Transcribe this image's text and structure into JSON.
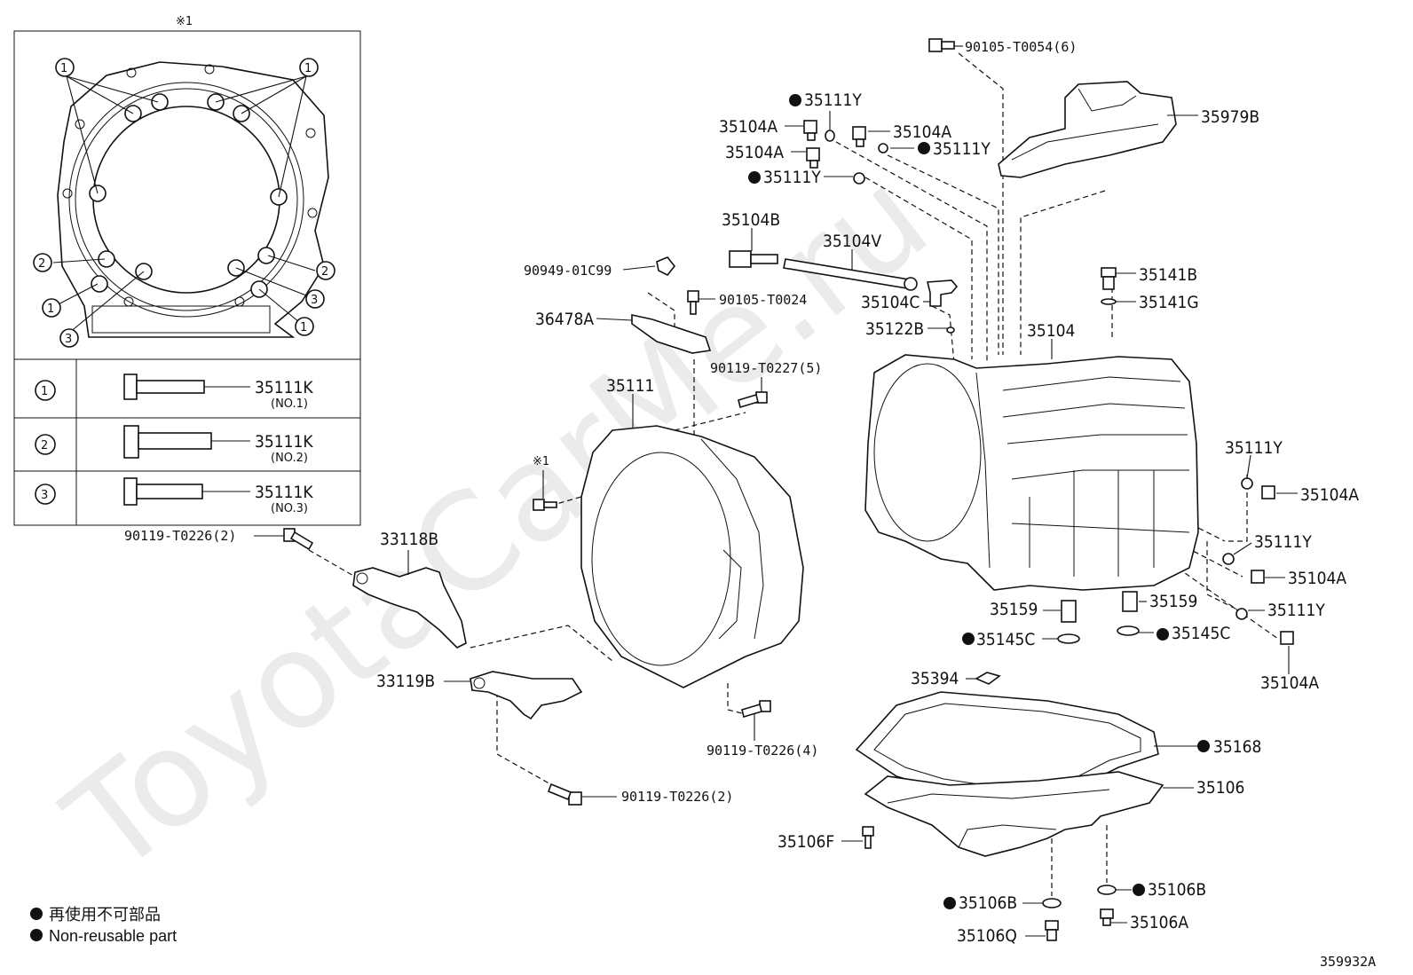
{
  "diagram_id": "359932A",
  "watermark": "ToyotaCarMe.ru",
  "inset": {
    "note_mark": "※1",
    "bolt_table": [
      {
        "ref": "①",
        "part": "35111K",
        "variant": "(NO.1)"
      },
      {
        "ref": "②",
        "part": "35111K",
        "variant": "(NO.2)"
      },
      {
        "ref": "③",
        "part": "35111K",
        "variant": "(NO.3)"
      }
    ],
    "callouts": {
      "one": "1",
      "two": "2",
      "three": "3"
    }
  },
  "legend": {
    "line_jp": "再使用不可部品",
    "line_en": "Non-reusable part"
  },
  "parts": {
    "p90105_T0054": "90105-T0054(6)",
    "p35979B": "35979B",
    "p35111Y_top": "35111Y",
    "p35104A_1": "35104A",
    "p35104A_2": "35104A",
    "p35104A_3": "35104A",
    "p35111Y_2": "35111Y",
    "p35111Y_3": "35111Y",
    "p35104B": "35104B",
    "p35104V": "35104V",
    "p90949": "90949-01C99",
    "p90105_T0024": "90105-T0024",
    "p35104C": "35104C",
    "p35141B": "35141B",
    "p35141G": "35141G",
    "p35122B": "35122B",
    "p35104": "35104",
    "p36478A": "36478A",
    "p90119_T0227": "90119-T0227(5)",
    "p35111": "35111",
    "p35111Y_r1": "35111Y",
    "p35104A_r1": "35104A",
    "p35111Y_r2": "35111Y",
    "p35104A_r2": "35104A",
    "p35111Y_r3": "35111Y",
    "p35104A_r3": "35104A",
    "note_x1": "※1",
    "p90119_T0226_a": "90119-T0226(2)",
    "p33118B": "33118B",
    "p35159_a": "35159",
    "p35159_b": "35159",
    "p35145C_a": "35145C",
    "p35145C_b": "35145C",
    "p35394": "35394",
    "p33119B": "33119B",
    "p90119_T0226_b": "90119-T0226(4)",
    "p35168": "35168",
    "p35106": "35106",
    "p90119_T0226_c": "90119-T0226(2)",
    "p35106F": "35106F",
    "p35106B_a": "35106B",
    "p35106B_b": "35106B",
    "p35106Q": "35106Q",
    "p35106A": "35106A"
  }
}
